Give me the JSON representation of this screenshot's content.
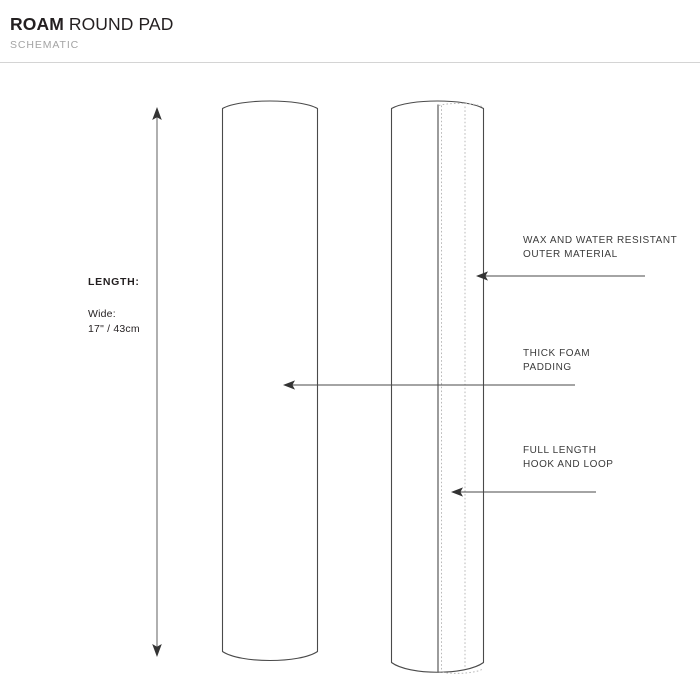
{
  "header": {
    "brand": "ROAM",
    "product": " ROUND PAD",
    "subtitle": "SCHEMATIC"
  },
  "dimension": {
    "label": "LENGTH:",
    "variant_label": "Wide:",
    "variant_value": "17\" / 43cm"
  },
  "callouts": [
    {
      "id": "outer-material",
      "line1": "WAX AND WATER RESISTANT",
      "line2": "OUTER MATERIAL"
    },
    {
      "id": "foam-padding",
      "line1": "THICK FOAM",
      "line2": "PADDING"
    },
    {
      "id": "hook-and-loop",
      "line1": "FULL LENGTH",
      "line2": "HOOK AND LOOP"
    }
  ],
  "colors": {
    "ink": "#231f20",
    "subtitle_gray": "#a3a3a3",
    "outline_gray": "#4a4a4a",
    "stitch_gray": "#b9b9b9",
    "rule_gray": "#d4d4d4",
    "background": "#ffffff"
  },
  "figure": {
    "type": "technical-schematic",
    "views": [
      {
        "id": "left-pad",
        "description": "closed round pad cylinder"
      },
      {
        "id": "right-pad",
        "description": "round pad cylinder with full length hook and loop closure flap"
      }
    ]
  }
}
